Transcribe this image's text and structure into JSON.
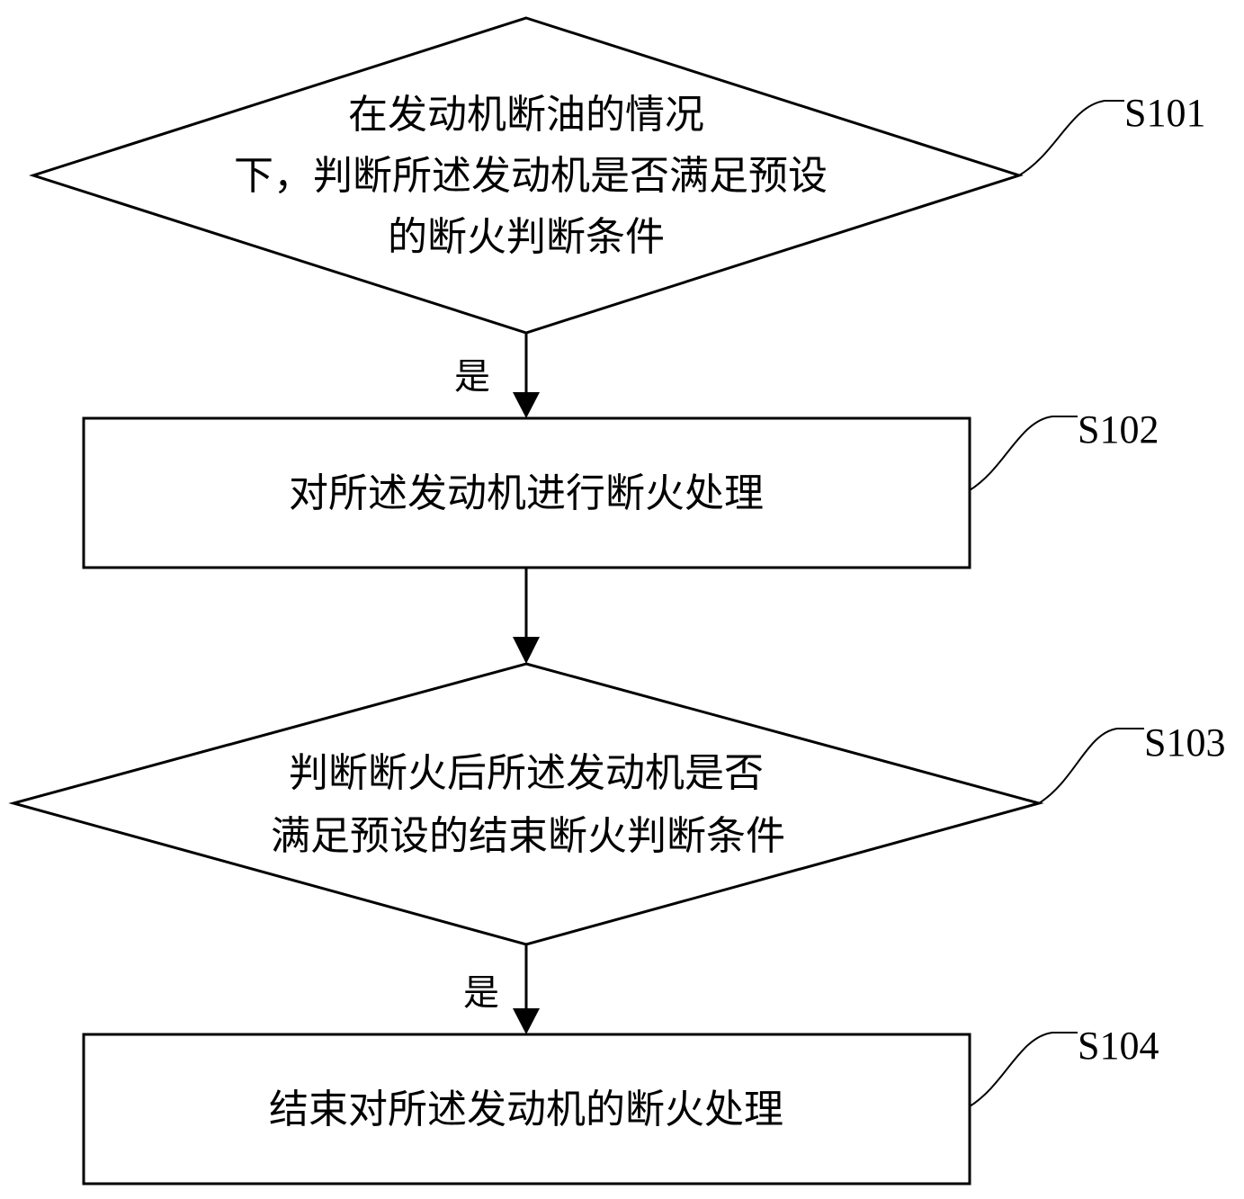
{
  "nodes": [
    {
      "id": "S101",
      "shape": "diamond",
      "lines": [
        "在发动机断油的情况",
        "下，判断所述发动机是否满足预设",
        "的断火判断条件"
      ]
    },
    {
      "id": "S102",
      "shape": "rect",
      "lines": [
        "对所述发动机进行断火处理"
      ]
    },
    {
      "id": "S103",
      "shape": "diamond",
      "lines": [
        "判断断火后所述发动机是否",
        "满足预设的结束断火判断条件"
      ]
    },
    {
      "id": "S104",
      "shape": "rect",
      "lines": [
        "结束对所述发动机的断火处理"
      ]
    }
  ],
  "edges": [
    {
      "from": "S101",
      "to": "S102",
      "label": "是"
    },
    {
      "from": "S102",
      "to": "S103",
      "label": ""
    },
    {
      "from": "S103",
      "to": "S104",
      "label": "是"
    }
  ],
  "step_labels": [
    "S101",
    "S102",
    "S103",
    "S104"
  ]
}
